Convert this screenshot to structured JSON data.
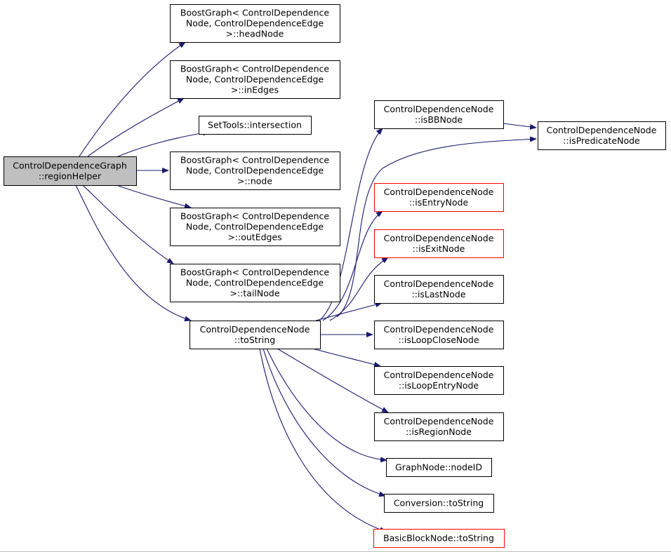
{
  "colors": {
    "edge": "#191970",
    "border_normal": "#000000",
    "border_truncated": "#ff0000",
    "root_fill": "#bfbfbf",
    "node_fill": "#ffffff"
  },
  "nodes": [
    {
      "id": "regionHelper",
      "lines": [
        "ControlDependenceGraph",
        "::regionHelper"
      ],
      "style": "root"
    },
    {
      "id": "headNode",
      "lines": [
        "BoostGraph< ControlDependence",
        "Node, ControlDependenceEdge",
        " >::headNode"
      ],
      "style": "normal"
    },
    {
      "id": "inEdges",
      "lines": [
        "BoostGraph< ControlDependence",
        "Node, ControlDependenceEdge",
        " >::inEdges"
      ],
      "style": "normal"
    },
    {
      "id": "intersection",
      "lines": [
        "SetTools::intersection"
      ],
      "style": "normal"
    },
    {
      "id": "node",
      "lines": [
        "BoostGraph< ControlDependence",
        "Node, ControlDependenceEdge",
        " >::node"
      ],
      "style": "normal"
    },
    {
      "id": "outEdges",
      "lines": [
        "BoostGraph< ControlDependence",
        "Node, ControlDependenceEdge",
        " >::outEdges"
      ],
      "style": "normal"
    },
    {
      "id": "tailNode",
      "lines": [
        "BoostGraph< ControlDependence",
        "Node, ControlDependenceEdge",
        " >::tailNode"
      ],
      "style": "normal"
    },
    {
      "id": "toString",
      "lines": [
        "ControlDependenceNode",
        "::toString"
      ],
      "style": "normal"
    },
    {
      "id": "isBBNode",
      "lines": [
        "ControlDependenceNode",
        "::isBBNode"
      ],
      "style": "normal"
    },
    {
      "id": "isPredicateNode",
      "lines": [
        "ControlDependenceNode",
        "::isPredicateNode"
      ],
      "style": "normal"
    },
    {
      "id": "isEntryNode",
      "lines": [
        "ControlDependenceNode",
        "::isEntryNode"
      ],
      "style": "truncated"
    },
    {
      "id": "isExitNode",
      "lines": [
        "ControlDependenceNode",
        "::isExitNode"
      ],
      "style": "truncated"
    },
    {
      "id": "isLastNode",
      "lines": [
        "ControlDependenceNode",
        "::isLastNode"
      ],
      "style": "normal"
    },
    {
      "id": "isLoopCloseNode",
      "lines": [
        "ControlDependenceNode",
        "::isLoopCloseNode"
      ],
      "style": "normal"
    },
    {
      "id": "isLoopEntryNode",
      "lines": [
        "ControlDependenceNode",
        "::isLoopEntryNode"
      ],
      "style": "normal"
    },
    {
      "id": "isRegionNode",
      "lines": [
        "ControlDependenceNode",
        "::isRegionNode"
      ],
      "style": "normal"
    },
    {
      "id": "nodeID",
      "lines": [
        "GraphNode::nodeID"
      ],
      "style": "normal"
    },
    {
      "id": "convToString",
      "lines": [
        "Conversion::toString"
      ],
      "style": "normal"
    },
    {
      "id": "bbToString",
      "lines": [
        "BasicBlockNode::toString"
      ],
      "style": "truncated"
    }
  ],
  "edges": [
    {
      "from": "regionHelper",
      "to": "headNode"
    },
    {
      "from": "regionHelper",
      "to": "inEdges"
    },
    {
      "from": "regionHelper",
      "to": "intersection"
    },
    {
      "from": "regionHelper",
      "to": "node"
    },
    {
      "from": "regionHelper",
      "to": "outEdges"
    },
    {
      "from": "regionHelper",
      "to": "tailNode"
    },
    {
      "from": "regionHelper",
      "to": "toString"
    },
    {
      "from": "isBBNode",
      "to": "isPredicateNode"
    },
    {
      "from": "toString",
      "to": "isBBNode"
    },
    {
      "from": "toString",
      "to": "isPredicateNode"
    },
    {
      "from": "toString",
      "to": "isEntryNode"
    },
    {
      "from": "toString",
      "to": "isExitNode"
    },
    {
      "from": "toString",
      "to": "isLastNode"
    },
    {
      "from": "toString",
      "to": "isLoopCloseNode"
    },
    {
      "from": "toString",
      "to": "isLoopEntryNode"
    },
    {
      "from": "toString",
      "to": "isRegionNode"
    },
    {
      "from": "toString",
      "to": "nodeID"
    },
    {
      "from": "toString",
      "to": "convToString"
    },
    {
      "from": "toString",
      "to": "bbToString"
    }
  ]
}
